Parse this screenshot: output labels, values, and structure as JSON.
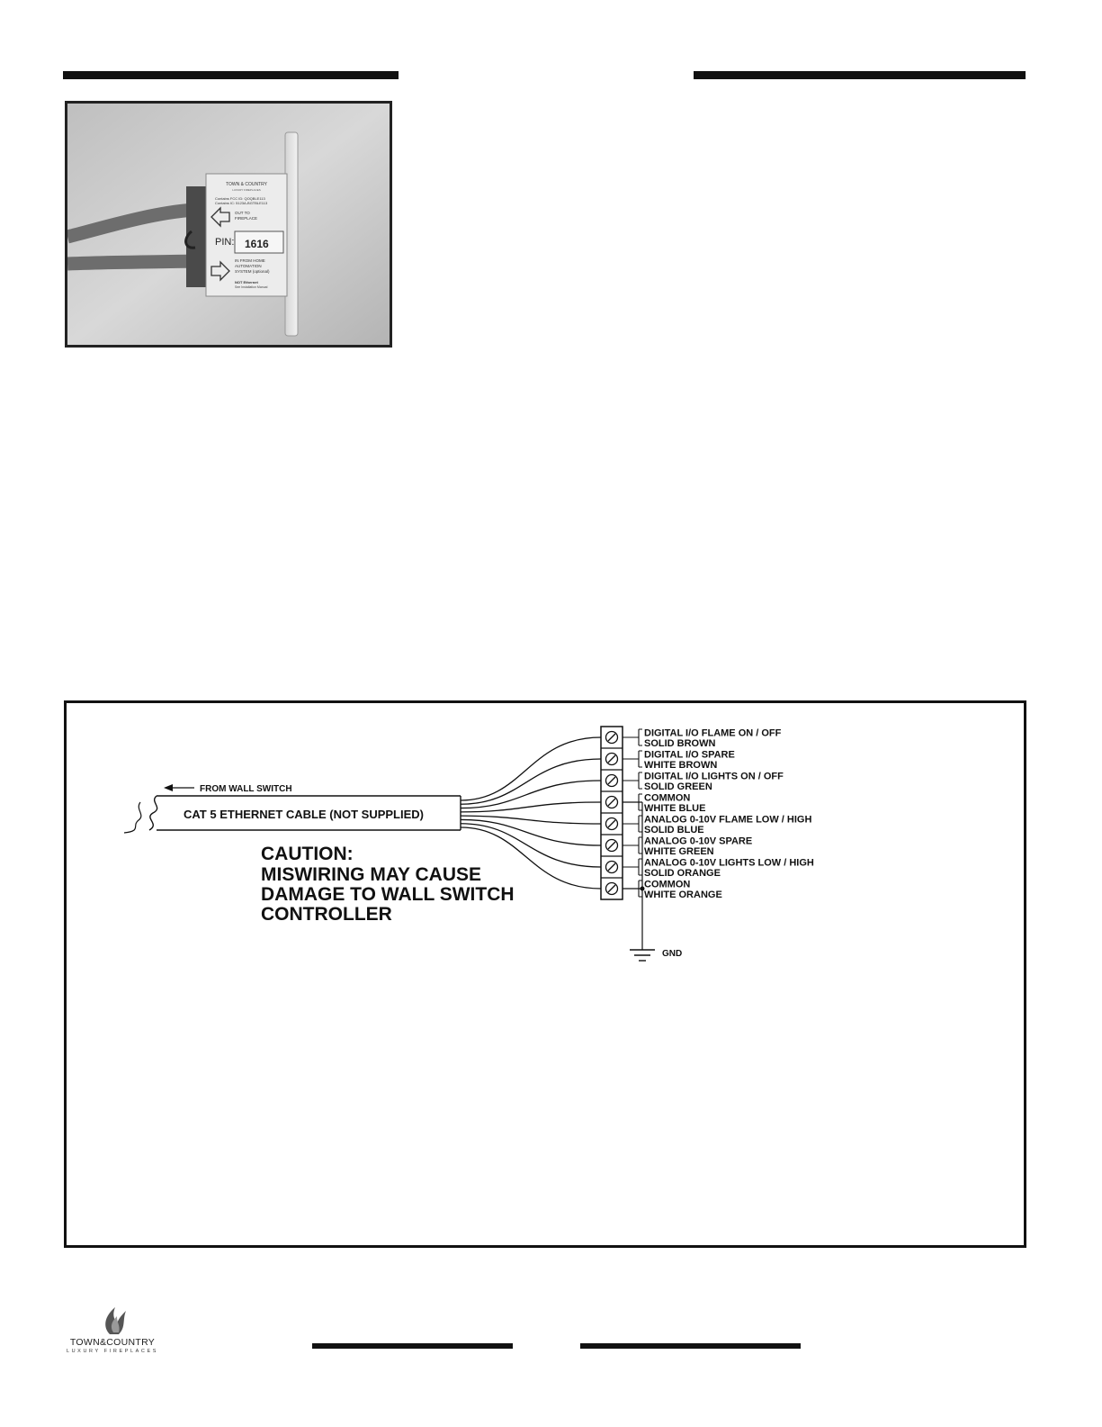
{
  "photo": {
    "brand_line1": "TOWN & COUNTRY",
    "brand_line2": "LUXURY FIREPLACES",
    "fcc_line": "Contains FCC ID: QOQBLE113",
    "ic_line": "Contains IC: 5123A-BGTBLE113",
    "out_line1": "OUT  TO",
    "out_line2": "FIREPLACE",
    "pin_label": "PIN:",
    "pin_value": "1616",
    "in_line1": "IN FROM HOME",
    "in_line2": "AUTOMATION",
    "in_line3": "SYSTEM (optional)",
    "not_ethernet_line1": "NOT Ethernet",
    "not_ethernet_line2": "See Installation Manual"
  },
  "diagram": {
    "from_label": "FROM WALL SWITCH",
    "cable_label": "CAT 5  ETHERNET CABLE (NOT SUPPLIED)",
    "caution": [
      "CAUTION:",
      "MISWIRING MAY CAUSE",
      "DAMAGE TO WALL SWITCH",
      "CONTROLLER"
    ],
    "terminals": [
      {
        "function": "DIGITAL I/O FLAME ON / OFF",
        "wire": "SOLID BROWN"
      },
      {
        "function": "DIGITAL I/O SPARE",
        "wire": "WHITE BROWN"
      },
      {
        "function": "DIGITAL I/O LIGHTS ON / OFF",
        "wire": "SOLID GREEN"
      },
      {
        "function": "COMMON",
        "wire": "WHITE BLUE"
      },
      {
        "function": "ANALOG 0-10V FLAME LOW / HIGH",
        "wire": "SOLID BLUE"
      },
      {
        "function": "ANALOG 0-10V SPARE",
        "wire": "WHITE GREEN"
      },
      {
        "function": "ANALOG 0-10V LIGHTS LOW / HIGH",
        "wire": "SOLID ORANGE"
      },
      {
        "function": "COMMON",
        "wire": "WHITE ORANGE"
      }
    ],
    "gnd_label": "GND"
  },
  "footer": {
    "logo_name": "TOWN&COUNTRY",
    "logo_tagline": "LUXURY FIREPLACES"
  }
}
